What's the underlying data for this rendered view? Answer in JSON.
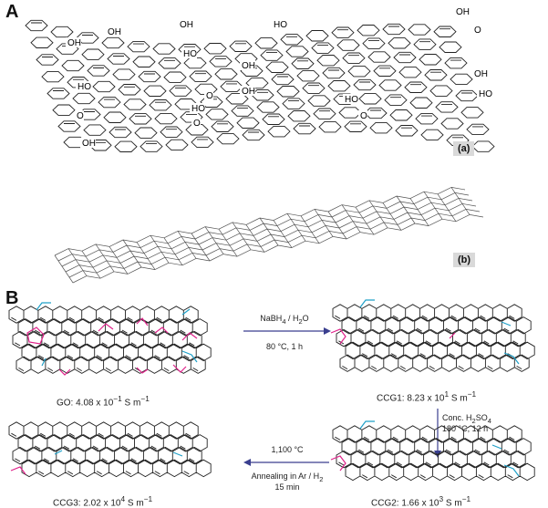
{
  "panel_a": {
    "letter": "A",
    "sublabel_a": "(a)",
    "sublabel_b": "(b)",
    "atom_labels": [
      "OH",
      "O",
      "HO",
      "OH",
      "OH",
      "HO",
      "O",
      "OH",
      "HO",
      "O",
      "HO",
      "OH",
      "OH",
      "HO",
      "O",
      "O",
      "OH",
      "HO",
      "OH"
    ]
  },
  "panel_b": {
    "letter": "B",
    "step1": {
      "reagent_html": "NaBH<sub>4</sub> / H<sub>2</sub>O",
      "condition": "80 °C, 1 h"
    },
    "step2": {
      "reagent_html": "Conc. H<sub>2</sub>SO<sub>4</sub>",
      "condition": "180 °C, 12 h"
    },
    "step3": {
      "temperature": "1,100 °C",
      "reagent_html": "Annealing in Ar / H<sub>2</sub>",
      "condition": "15 min"
    },
    "captions": {
      "go_html": "GO: 4.08 x 10<sup>−1</sup> S m<sup>−1</sup>",
      "ccg1_html": "CCG1: 8.23 x 10<sup>1</sup> S m<sup>−1</sup>",
      "ccg2_html": "CCG2: 1.66 x 10<sup>3</sup> S m<sup>−1</sup>",
      "ccg3_html": "CCG3: 2.02 x 10<sup>4</sup> S m<sup>−1</sup>"
    }
  },
  "colors": {
    "carboxyl": "#1fa0c8",
    "epoxide_lactone": "#e0218a",
    "framework": "#222222",
    "arrow": "#3a3f8f"
  }
}
